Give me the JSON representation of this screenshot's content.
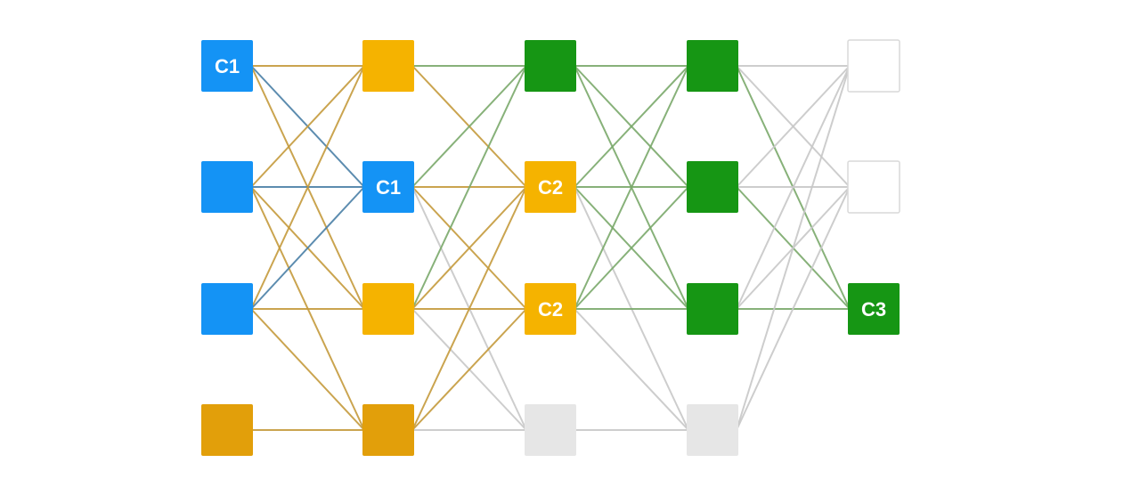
{
  "colors": {
    "blue": "#1493f5",
    "orange": "#f5b300",
    "dark_orange": "#e29f0a",
    "green": "#169614",
    "gray": "#e6e6e6",
    "white": "#ffffff",
    "white_border": "#d9d9d9",
    "edge_blue": "#4a7fa6",
    "edge_orange": "#c49a3c",
    "edge_green": "#7aa86a",
    "edge_gray": "#c8c8c8"
  },
  "layers": [
    {
      "nodes": [
        {
          "id": "n0_0",
          "fill": "blue",
          "label": "C1"
        },
        {
          "id": "n0_1",
          "fill": "blue",
          "label": ""
        },
        {
          "id": "n0_2",
          "fill": "blue",
          "label": ""
        },
        {
          "id": "n0_3",
          "fill": "dark_orange",
          "label": ""
        }
      ]
    },
    {
      "nodes": [
        {
          "id": "n1_0",
          "fill": "orange",
          "label": ""
        },
        {
          "id": "n1_1",
          "fill": "blue",
          "label": "C1"
        },
        {
          "id": "n1_2",
          "fill": "orange",
          "label": ""
        },
        {
          "id": "n1_3",
          "fill": "dark_orange",
          "label": ""
        }
      ]
    },
    {
      "nodes": [
        {
          "id": "n2_0",
          "fill": "green",
          "label": ""
        },
        {
          "id": "n2_1",
          "fill": "orange",
          "label": "C2"
        },
        {
          "id": "n2_2",
          "fill": "orange",
          "label": "C2"
        },
        {
          "id": "n2_3",
          "fill": "gray",
          "label": ""
        }
      ]
    },
    {
      "nodes": [
        {
          "id": "n3_0",
          "fill": "green",
          "label": ""
        },
        {
          "id": "n3_1",
          "fill": "green",
          "label": ""
        },
        {
          "id": "n3_2",
          "fill": "green",
          "label": ""
        },
        {
          "id": "n3_3",
          "fill": "gray",
          "label": ""
        }
      ]
    },
    {
      "nodes": [
        {
          "id": "n4_0",
          "fill": "white",
          "label": ""
        },
        {
          "id": "n4_1",
          "fill": "white",
          "label": ""
        },
        {
          "id": "n4_2",
          "fill": "green",
          "label": "C3"
        }
      ]
    }
  ],
  "edges": [
    {
      "from": "n0_0",
      "to": "n1_0",
      "color": "edge_orange"
    },
    {
      "from": "n0_0",
      "to": "n1_1",
      "color": "edge_blue"
    },
    {
      "from": "n0_0",
      "to": "n1_2",
      "color": "edge_orange"
    },
    {
      "from": "n0_1",
      "to": "n1_0",
      "color": "edge_orange"
    },
    {
      "from": "n0_1",
      "to": "n1_1",
      "color": "edge_blue"
    },
    {
      "from": "n0_1",
      "to": "n1_2",
      "color": "edge_orange"
    },
    {
      "from": "n0_1",
      "to": "n1_3",
      "color": "edge_orange"
    },
    {
      "from": "n0_2",
      "to": "n1_0",
      "color": "edge_orange"
    },
    {
      "from": "n0_2",
      "to": "n1_1",
      "color": "edge_blue"
    },
    {
      "from": "n0_2",
      "to": "n1_2",
      "color": "edge_orange"
    },
    {
      "from": "n0_2",
      "to": "n1_3",
      "color": "edge_orange"
    },
    {
      "from": "n0_3",
      "to": "n1_3",
      "color": "edge_orange"
    },
    {
      "from": "n1_0",
      "to": "n2_0",
      "color": "edge_green"
    },
    {
      "from": "n1_0",
      "to": "n2_1",
      "color": "edge_orange"
    },
    {
      "from": "n1_1",
      "to": "n2_0",
      "color": "edge_green"
    },
    {
      "from": "n1_1",
      "to": "n2_1",
      "color": "edge_orange"
    },
    {
      "from": "n1_1",
      "to": "n2_2",
      "color": "edge_orange"
    },
    {
      "from": "n1_1",
      "to": "n2_3",
      "color": "edge_gray"
    },
    {
      "from": "n1_2",
      "to": "n2_0",
      "color": "edge_green"
    },
    {
      "from": "n1_2",
      "to": "n2_1",
      "color": "edge_orange"
    },
    {
      "from": "n1_2",
      "to": "n2_2",
      "color": "edge_orange"
    },
    {
      "from": "n1_2",
      "to": "n2_3",
      "color": "edge_gray"
    },
    {
      "from": "n1_3",
      "to": "n2_1",
      "color": "edge_orange"
    },
    {
      "from": "n1_3",
      "to": "n2_2",
      "color": "edge_orange"
    },
    {
      "from": "n1_3",
      "to": "n2_3",
      "color": "edge_gray"
    },
    {
      "from": "n2_0",
      "to": "n3_0",
      "color": "edge_green"
    },
    {
      "from": "n2_0",
      "to": "n3_1",
      "color": "edge_green"
    },
    {
      "from": "n2_0",
      "to": "n3_2",
      "color": "edge_green"
    },
    {
      "from": "n2_1",
      "to": "n3_0",
      "color": "edge_green"
    },
    {
      "from": "n2_1",
      "to": "n3_1",
      "color": "edge_green"
    },
    {
      "from": "n2_1",
      "to": "n3_2",
      "color": "edge_green"
    },
    {
      "from": "n2_1",
      "to": "n3_3",
      "color": "edge_gray"
    },
    {
      "from": "n2_2",
      "to": "n3_0",
      "color": "edge_green"
    },
    {
      "from": "n2_2",
      "to": "n3_1",
      "color": "edge_green"
    },
    {
      "from": "n2_2",
      "to": "n3_2",
      "color": "edge_green"
    },
    {
      "from": "n2_2",
      "to": "n3_3",
      "color": "edge_gray"
    },
    {
      "from": "n2_3",
      "to": "n3_3",
      "color": "edge_gray"
    },
    {
      "from": "n3_0",
      "to": "n4_0",
      "color": "edge_gray"
    },
    {
      "from": "n3_0",
      "to": "n4_1",
      "color": "edge_gray"
    },
    {
      "from": "n3_0",
      "to": "n4_2",
      "color": "edge_green"
    },
    {
      "from": "n3_1",
      "to": "n4_0",
      "color": "edge_gray"
    },
    {
      "from": "n3_1",
      "to": "n4_1",
      "color": "edge_gray"
    },
    {
      "from": "n3_1",
      "to": "n4_2",
      "color": "edge_green"
    },
    {
      "from": "n3_2",
      "to": "n4_0",
      "color": "edge_gray"
    },
    {
      "from": "n3_2",
      "to": "n4_1",
      "color": "edge_gray"
    },
    {
      "from": "n3_2",
      "to": "n4_2",
      "color": "edge_green"
    },
    {
      "from": "n3_3",
      "to": "n4_0",
      "color": "edge_gray"
    },
    {
      "from": "n3_3",
      "to": "n4_1",
      "color": "edge_gray"
    }
  ]
}
